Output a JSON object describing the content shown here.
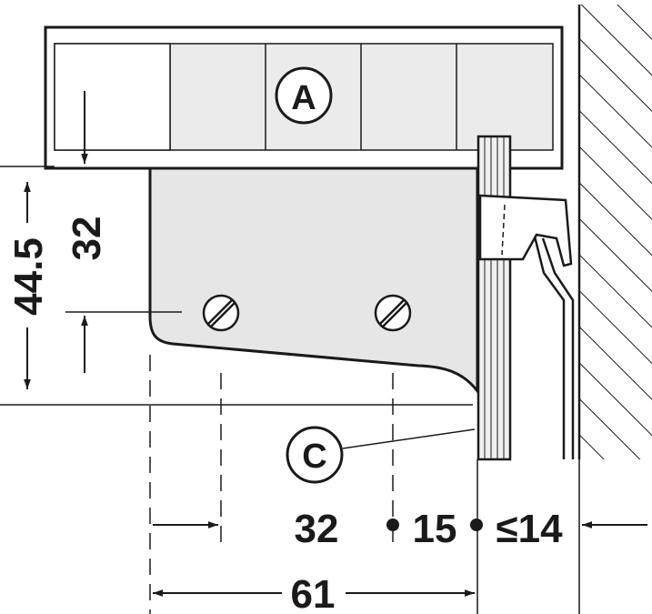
{
  "callouts": {
    "a": "A",
    "c": "C"
  },
  "dimensions": {
    "height_total": "44.5",
    "height_inner": "32",
    "bottom_32": "32",
    "bottom_15": "15",
    "bottom_14": "≤14",
    "bottom_61": "61"
  },
  "colors": {
    "line": "#1a1a1a",
    "plate_fill": "#e6e6e6",
    "shelf_fill": "#ebebeb"
  }
}
